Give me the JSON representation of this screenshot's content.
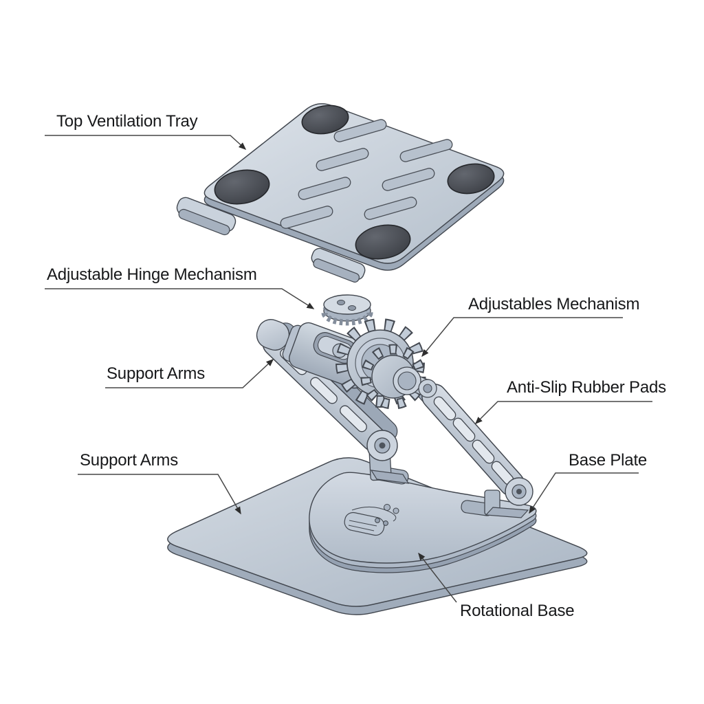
{
  "figure": {
    "kind": "technical-parts-diagram",
    "background": "#ffffff",
    "labels": {
      "top_ventilation_tray": "Top Ventilation Tray",
      "adjustable_hinge_mechanism": "Adjustable Hinge Mechanism",
      "adjustables_mechanism": "Adjustables Mechanism",
      "support_arms_upper": "Support Arms",
      "anti_slip_rubber_pads": "Anti-Slip Rubber Pads",
      "support_arms_lower": "Support Arms",
      "base_plate": "Base Plate",
      "rotational_base": "Rotational Base"
    },
    "colors": {
      "metal_light": "#d8dee6",
      "metal_mid": "#b6c1cd",
      "metal_dark": "#9aa6b5",
      "outline": "#42474f",
      "rubber_pad": "#3d4046",
      "label_text": "#17181a",
      "leader_line": "#464646"
    }
  }
}
